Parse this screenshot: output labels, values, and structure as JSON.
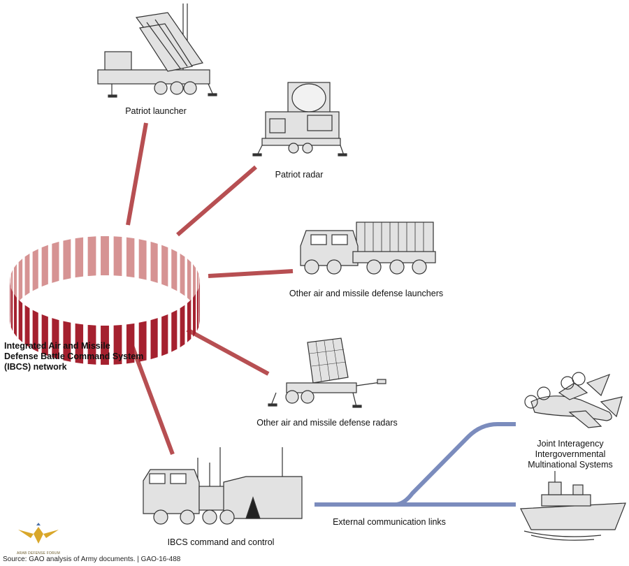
{
  "ring_label": "Integrated Air and Missile Defense Battle Command System (IBCS) network",
  "nodes": {
    "patriot_launcher": "Patriot launcher",
    "patriot_radar": "Patriot radar",
    "other_launchers": "Other air and missile defense launchers",
    "other_radars": "Other air and missile defense radars",
    "command_control": "IBCS command and control",
    "joint_systems": "Joint Interagency Intergovernmental Multinational Systems"
  },
  "link_label": "External communication links",
  "source": "Source: GAO analysis of Army documents.  |  GAO-16-488",
  "watermark_text": "ARAB DEFENSE FORUM",
  "colors": {
    "ring_front": "#a5212f",
    "ring_back": "#d69393",
    "connector": "#b74f52",
    "external_link": "#7b8cbd",
    "equipment_fill": "#e2e2e2",
    "equipment_stroke": "#333333"
  }
}
